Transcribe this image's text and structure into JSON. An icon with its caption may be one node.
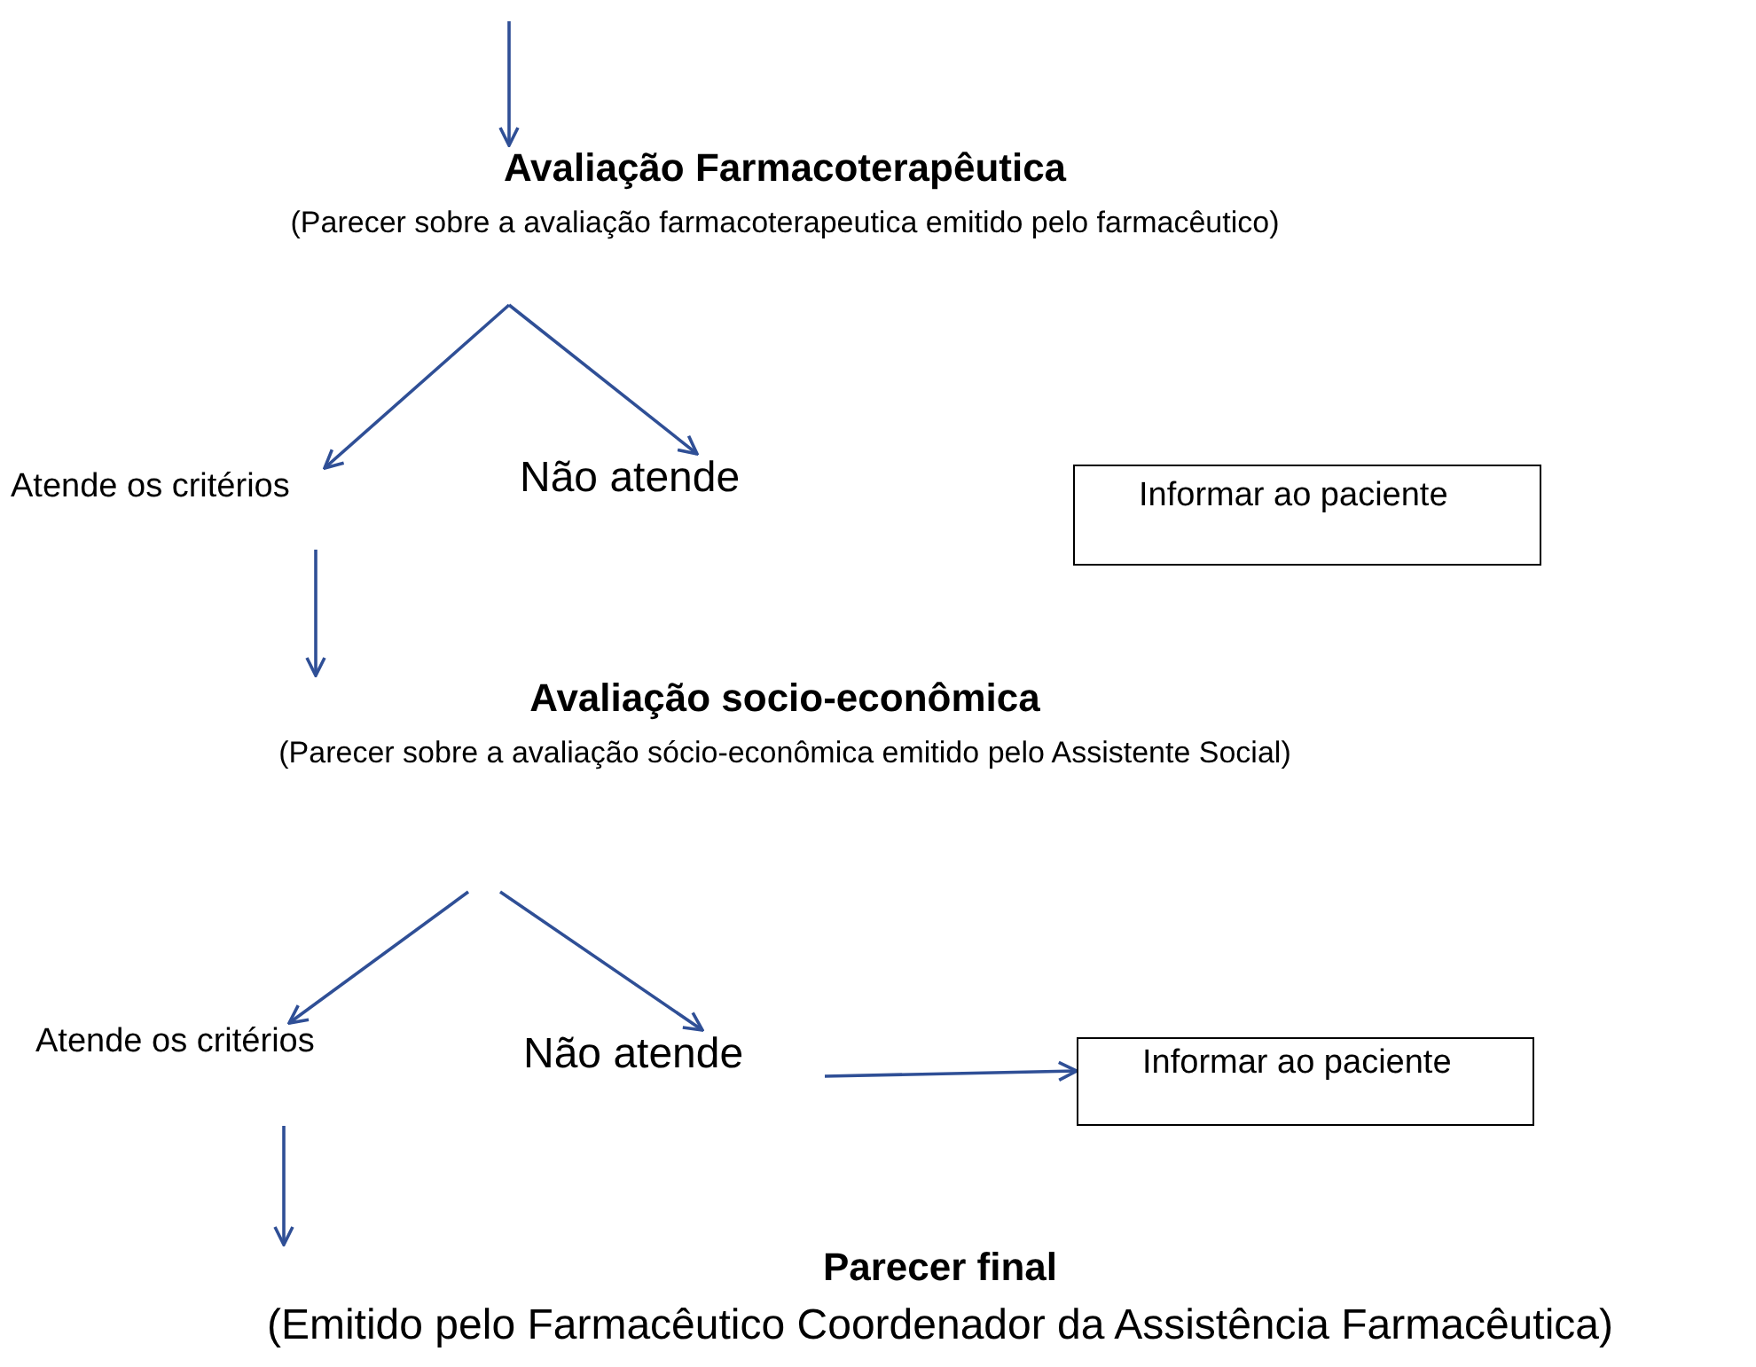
{
  "diagram": {
    "nodes": [
      {
        "text": [
          "Avaliação Farmacoterapêutica",
          "(Parecer sobre a avaliação farmacoterapeutica emitido pelo farmacêutico)"
        ]
      },
      {
        "text": [
          "Atende os critérios"
        ]
      },
      {
        "text": [
          "Não atende"
        ]
      },
      {
        "text": [
          "Informar ao paciente"
        ]
      },
      {
        "text": [
          "Avaliação socio-econômica",
          "(Parecer sobre a avaliação sócio-econômica emitido pelo Assistente Social)"
        ]
      },
      {
        "text": [
          "Atende os critérios"
        ]
      },
      {
        "text": [
          "Não atende"
        ]
      },
      {
        "text": [
          "Informar ao paciente"
        ]
      },
      {
        "text": [
          "Parecer final",
          "(Emitido pelo Farmacêutico Coordenador da Assistência Farmacêutica)"
        ]
      }
    ],
    "edges": [
      {
        "from": null,
        "to": 0,
        "arrow": "to"
      },
      {
        "from": 0,
        "to": 1,
        "arrow": "to"
      },
      {
        "from": 0,
        "to": 2,
        "arrow": "to"
      },
      {
        "from": 1,
        "to": 4,
        "arrow": "to"
      },
      {
        "from": 4,
        "to": 5,
        "arrow": "to"
      },
      {
        "from": 4,
        "to": 6,
        "arrow": "to"
      },
      {
        "from": 6,
        "to": 7,
        "arrow": "to"
      },
      {
        "from": 5,
        "to": 8,
        "arrow": "to"
      }
    ]
  }
}
